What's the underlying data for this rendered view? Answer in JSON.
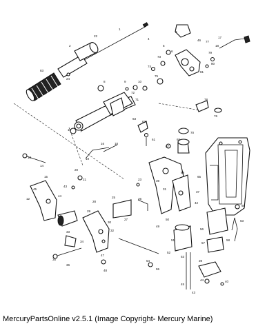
{
  "caption": "MercuryPartsOnline v2.5.1 (Image Copyright- Mercury Marine)",
  "callouts": [
    "1",
    "2",
    "3",
    "4",
    "5",
    "6",
    "7",
    "8",
    "9",
    "10",
    "11",
    "12",
    "13",
    "14",
    "15",
    "16",
    "17",
    "18",
    "19",
    "20",
    "21",
    "22",
    "23",
    "24",
    "25",
    "26",
    "27",
    "28",
    "29",
    "30",
    "31",
    "32",
    "33",
    "34",
    "35",
    "36",
    "37",
    "38",
    "39",
    "40",
    "41",
    "42",
    "43",
    "44",
    "45",
    "46",
    "47",
    "48",
    "49",
    "50",
    "51",
    "52",
    "53",
    "54",
    "55",
    "56",
    "57",
    "58",
    "59",
    "60",
    "61",
    "62",
    "63",
    "64",
    "65",
    "66",
    "67",
    "68",
    "69",
    "70",
    "71",
    "72",
    "73",
    "74",
    "75",
    "76",
    "77",
    "78",
    "79",
    "80",
    "81",
    "82",
    "83"
  ],
  "colors": {
    "line": "#111111",
    "background": "#ffffff"
  }
}
